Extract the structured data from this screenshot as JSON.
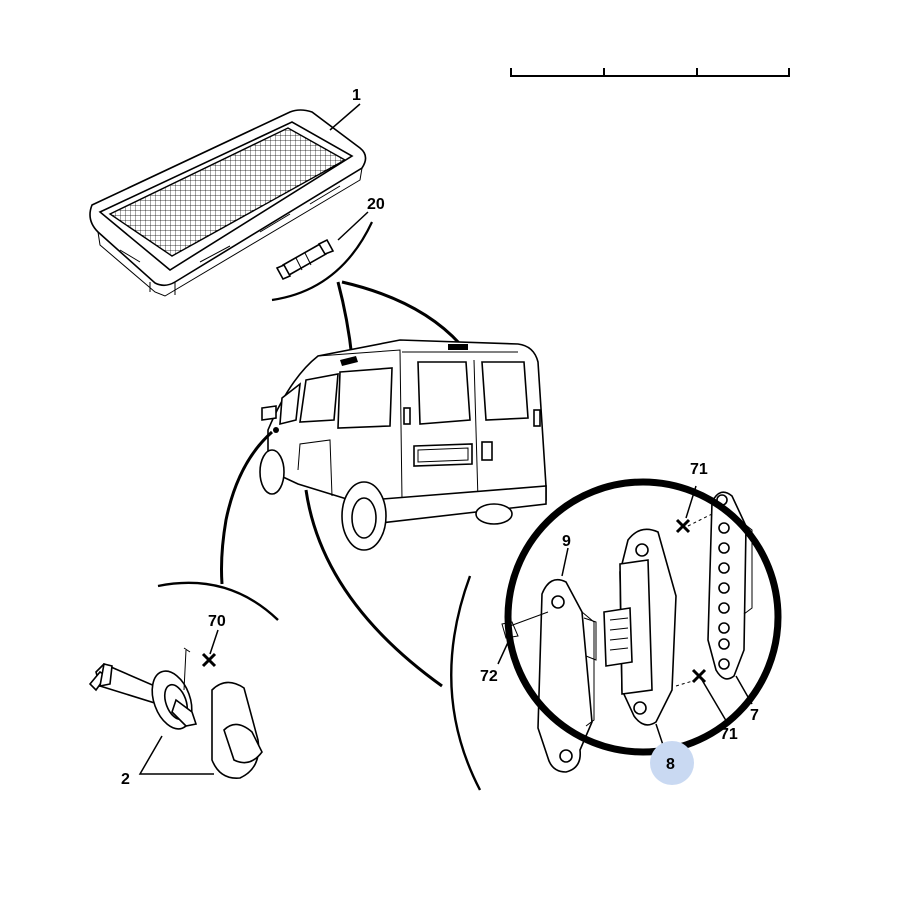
{
  "callouts": {
    "c1": "1",
    "c20": "20",
    "c70": "70",
    "c2": "2",
    "c9": "9",
    "c72": "72",
    "c71a": "71",
    "c71b": "71",
    "c7": "7",
    "c8": "8"
  },
  "colors": {
    "highlight": "#c9d9f2",
    "ink": "#000000"
  }
}
